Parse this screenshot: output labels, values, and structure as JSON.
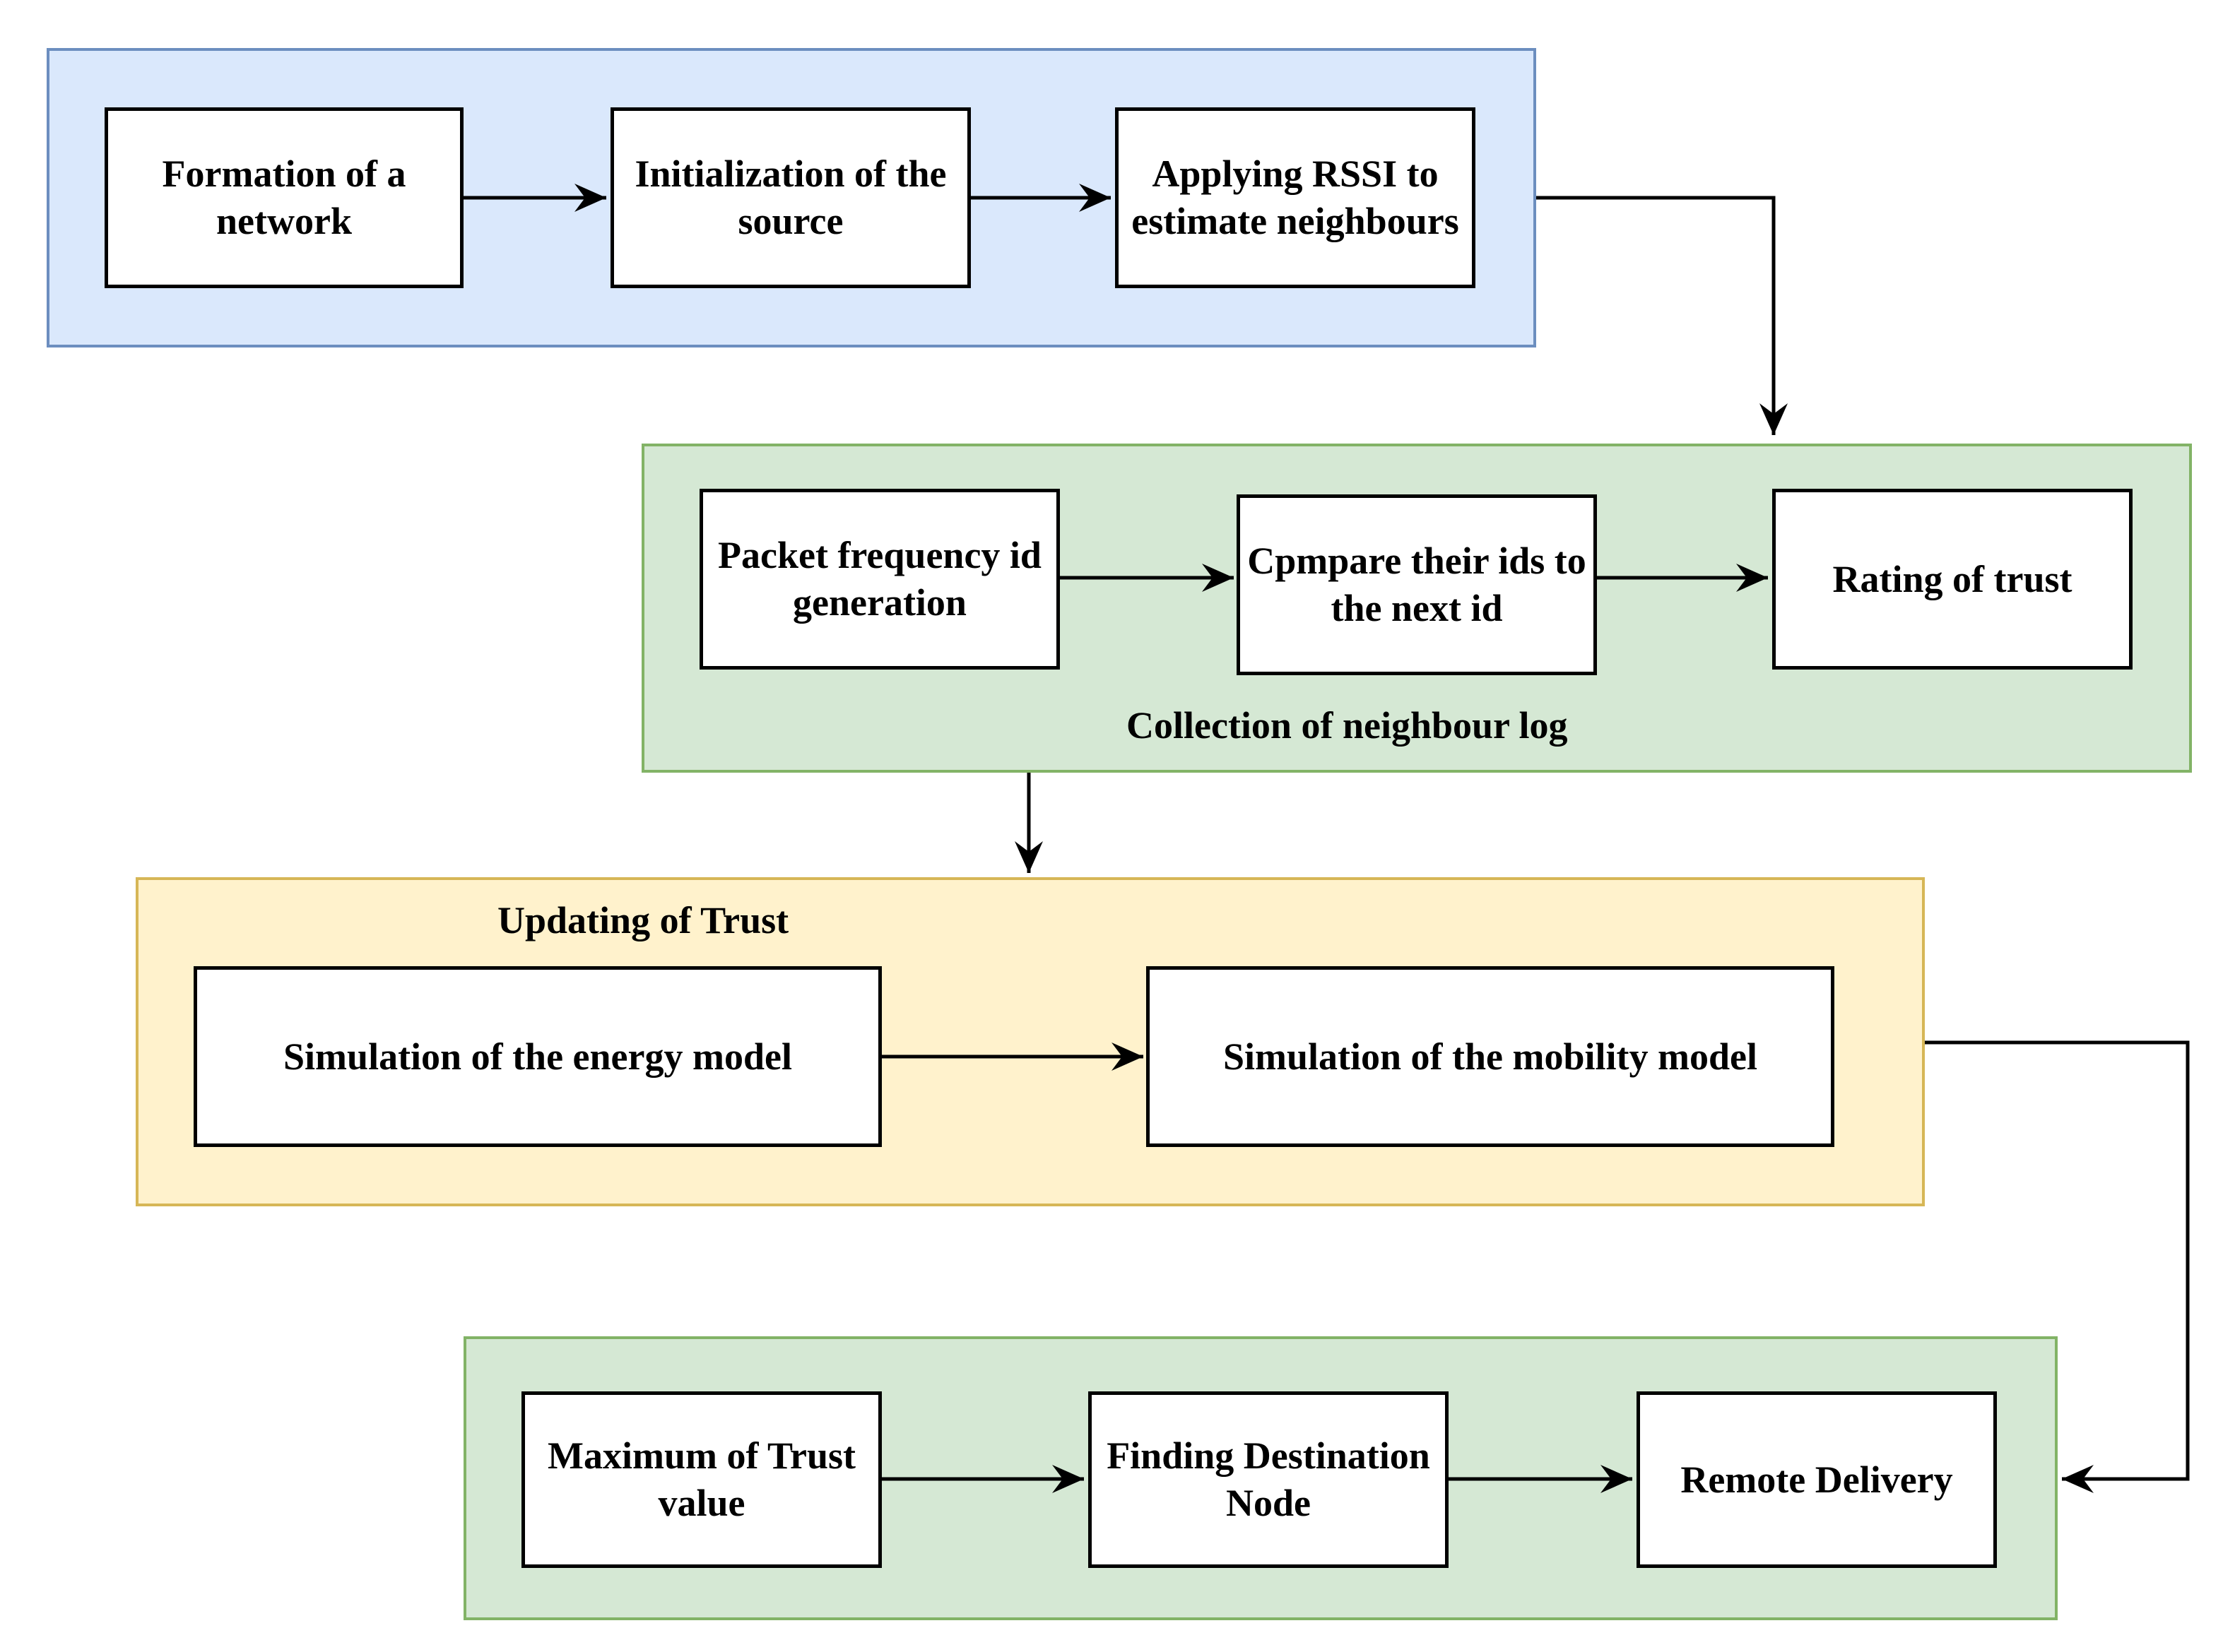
{
  "stage1": {
    "formation": "Formation of a network",
    "initialization": "Initialization of the source",
    "rssi": "Applying RSSI to estimate neighbours"
  },
  "stage2": {
    "title": "Collection of neighbour log",
    "packet": "Packet frequency id generation",
    "compare": "Cpmpare their ids to the next id",
    "rating": "Rating of trust"
  },
  "stage3": {
    "title": "Updating of Trust",
    "energy": "Simulation of the energy model",
    "mobility": "Simulation of the mobility model"
  },
  "stage4": {
    "maximum": "Maximum of Trust value",
    "finding": "Finding Destination Node",
    "delivery": "Remote Delivery"
  },
  "colors": {
    "blue_fill": "#dae8fc",
    "blue_stroke": "#6c8ebf",
    "green_fill": "#d5e8d4",
    "green_stroke": "#82b366",
    "yellow_fill": "#fff2cc",
    "yellow_stroke": "#d6b656"
  }
}
